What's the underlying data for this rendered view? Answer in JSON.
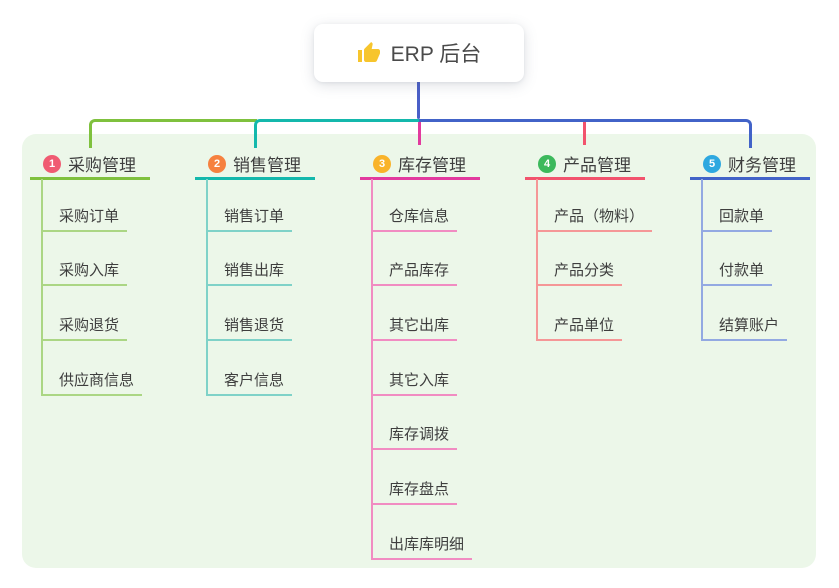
{
  "root": {
    "title": "ERP 后台",
    "icon": "thumbs-up"
  },
  "colors": {
    "panel_bg": "#ecf7e9",
    "card_bg": "#ffffff",
    "title_text": "#4a4a4a",
    "node_text": "#3e3e3e",
    "root_line": "#4a5fc8",
    "thumb": "#f7c52d",
    "branch1": "#7fc13e",
    "branch1_light": "#abd684",
    "badge1": "#f05b72",
    "branch2": "#14b8ac",
    "branch2_light": "#7fd2c8",
    "badge2": "#f6813f",
    "branch3": "#e23a9e",
    "branch3_light": "#f18cc2",
    "badge3": "#f9b32a",
    "bran4_note": "",
    "branch4": "#f2536d",
    "branch4_light": "#f59797",
    "badge4": "#3cb95c",
    "branch5": "#4263c8",
    "branch5_light": "#93a9e2",
    "badge5": "#2ea8e0"
  },
  "branches": [
    {
      "num": "1",
      "label": "采购管理",
      "children": [
        "采购订单",
        "采购入库",
        "采购退货",
        "供应商信息"
      ]
    },
    {
      "num": "2",
      "label": "销售管理",
      "children": [
        "销售订单",
        "销售出库",
        "销售退货",
        "客户信息"
      ]
    },
    {
      "num": "3",
      "label": "库存管理",
      "children": [
        "仓库信息",
        "产品库存",
        "其它出库",
        "其它入库",
        "库存调拨",
        "库存盘点",
        "出库库明细"
      ]
    },
    {
      "num": "4",
      "label": "产品管理",
      "children": [
        "产品（物料）",
        "产品分类",
        "产品单位"
      ]
    },
    {
      "num": "5",
      "label": "财务管理",
      "children": [
        "回款单",
        "付款单",
        "结算账户"
      ]
    }
  ]
}
